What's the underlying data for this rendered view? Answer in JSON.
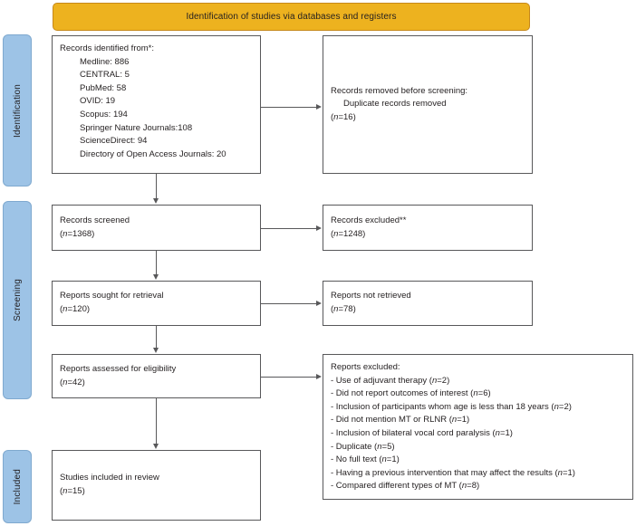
{
  "banner": {
    "label": "Identification of studies via databases and registers"
  },
  "stages": [
    {
      "id": "identification",
      "label": "Identification"
    },
    {
      "id": "screening",
      "label": "Screening"
    },
    {
      "id": "included",
      "label": "Included"
    }
  ],
  "boxes": {
    "records_identified": {
      "title": "Records identified from*:",
      "sources": [
        "Medline: 886",
        "CENTRAL: 5",
        "PubMed: 58",
        "OVID: 19",
        "Scopus: 194",
        "Springer Nature Journals:108",
        "ScienceDirect: 94",
        "Directory of Open Access Journals: 20"
      ]
    },
    "records_removed": {
      "title": "Records removed before screening:",
      "detail": "Duplicate records removed",
      "count": "(n=16)"
    },
    "records_screened": {
      "title": "Records screened",
      "count": "(n=1368)"
    },
    "records_excluded": {
      "title": "Records excluded**",
      "count": "(n=1248)"
    },
    "reports_sought": {
      "title": "Reports sought for retrieval",
      "count": "(n=120)"
    },
    "reports_not_retrieved": {
      "title": "Reports not retrieved",
      "count": "(n=78)"
    },
    "reports_assessed": {
      "title": "Reports assessed for eligibility",
      "count": "(n=42)"
    },
    "reports_excluded": {
      "title": "Reports excluded:",
      "reasons": [
        "- Use of adjuvant therapy (n=2)",
        "- Did not report outcomes of interest (n=6)",
        "- Inclusion of participants whom age is less than 18 years (n=2)",
        "- Did not mention MT or RLNR (n=1)",
        "- Inclusion of bilateral vocal cord paralysis (n=1)",
        "- Duplicate (n=5)",
        "- No full text (n=1)",
        "- Having a previous intervention that may affect the results (n=1)",
        "- Compared different types of MT (n=8)"
      ]
    },
    "studies_included": {
      "title": "Studies included in review",
      "count": "(n=15)"
    }
  },
  "colors": {
    "banner_fill": "#edb21f",
    "banner_border": "#c6881a",
    "stage_fill": "#9dc3e6",
    "stage_border": "#7fa9cf",
    "box_border": "#58585a",
    "text": "#231f20"
  }
}
